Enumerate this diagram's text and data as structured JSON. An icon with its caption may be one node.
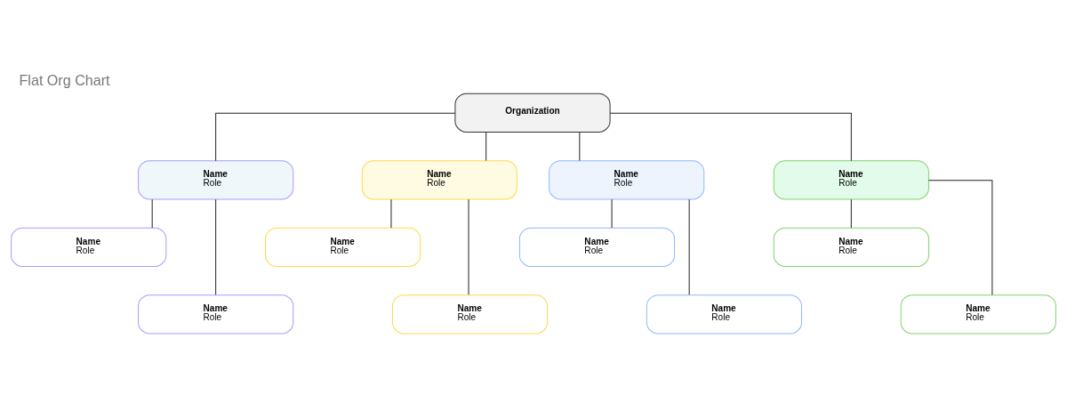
{
  "diagram": {
    "title": "Flat Org Chart",
    "nodes": [
      {
        "text": [
          "Organization"
        ]
      },
      {
        "text": [
          "Name",
          "Role"
        ]
      },
      {
        "text": [
          "Name",
          "Role"
        ]
      },
      {
        "text": [
          "Name",
          "Role"
        ]
      },
      {
        "text": [
          "Name",
          "Role"
        ]
      },
      {
        "text": [
          "Name",
          "Role"
        ]
      },
      {
        "text": [
          "Name",
          "Role"
        ]
      },
      {
        "text": [
          "Name",
          "Role"
        ]
      },
      {
        "text": [
          "Name",
          "Role"
        ]
      },
      {
        "text": [
          "Name",
          "Role"
        ]
      },
      {
        "text": [
          "Name",
          "Role"
        ]
      },
      {
        "text": [
          "Name",
          "Role"
        ]
      },
      {
        "text": [
          "Name",
          "Role"
        ]
      }
    ],
    "edges": [
      {
        "from": 0,
        "to": 1,
        "arrow": "none"
      },
      {
        "from": 0,
        "to": 2,
        "arrow": "none"
      },
      {
        "from": 0,
        "to": 3,
        "arrow": "none"
      },
      {
        "from": 0,
        "to": 4,
        "arrow": "none"
      },
      {
        "from": 1,
        "to": 5,
        "arrow": "none"
      },
      {
        "from": 1,
        "to": 9,
        "arrow": "none"
      },
      {
        "from": 2,
        "to": 6,
        "arrow": "none"
      },
      {
        "from": 2,
        "to": 10,
        "arrow": "none"
      },
      {
        "from": 3,
        "to": 7,
        "arrow": "none"
      },
      {
        "from": 3,
        "to": 11,
        "arrow": "none"
      },
      {
        "from": 4,
        "to": 8,
        "arrow": "none"
      },
      {
        "from": 4,
        "to": 12,
        "arrow": "none"
      }
    ]
  }
}
